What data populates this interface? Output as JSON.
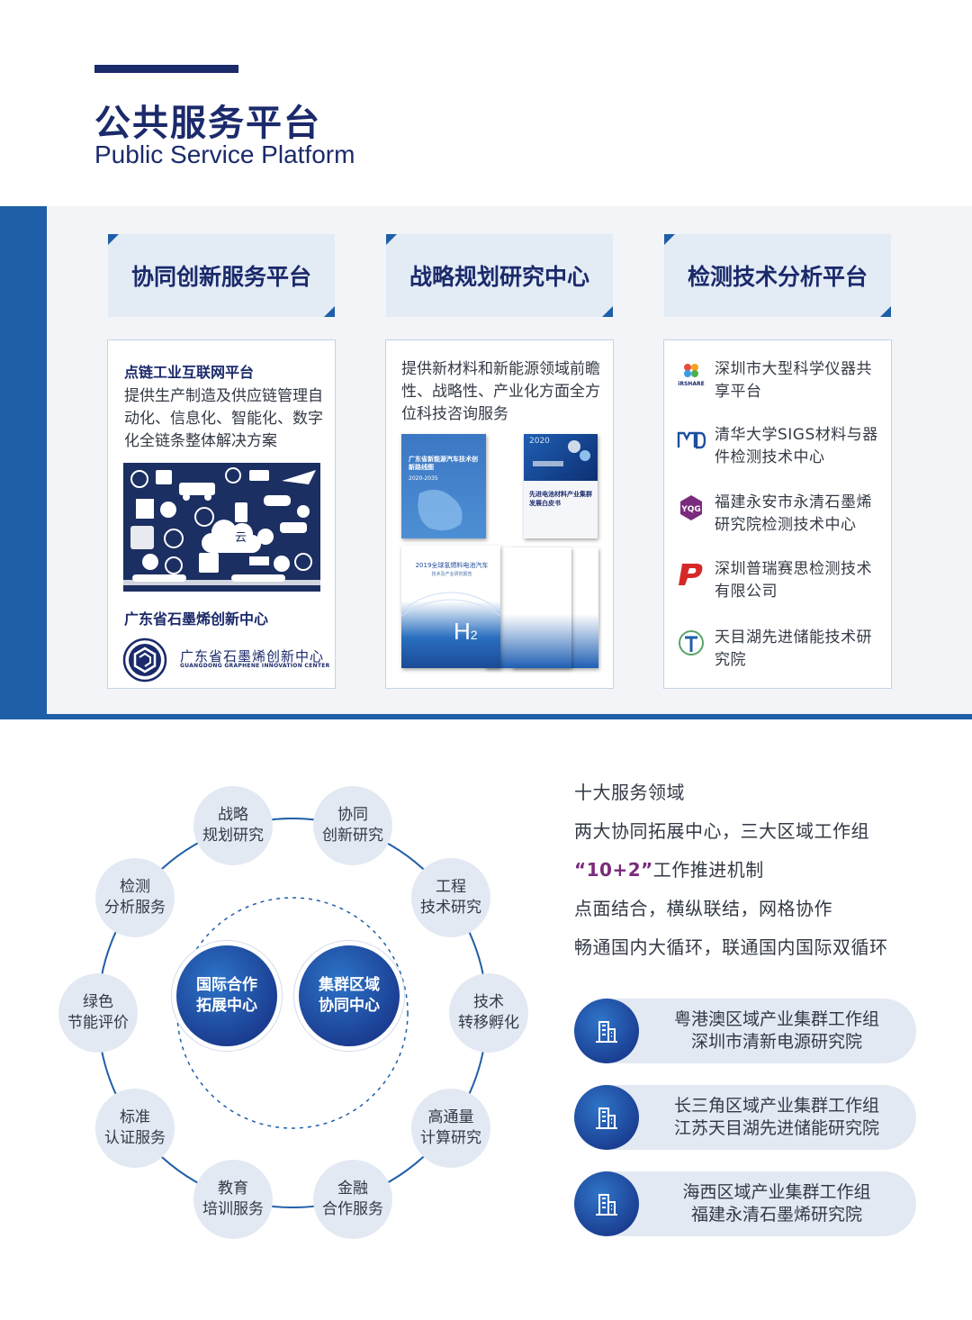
{
  "header": {
    "title_cn": "公共服务平台",
    "title_en": "Public Service Platform"
  },
  "columns": [
    {
      "heading": "协同创新服务平台"
    },
    {
      "heading": "战略规划研究中心"
    },
    {
      "heading": "检测技术分析平台"
    }
  ],
  "box1": {
    "title": "点链工业互联网平台",
    "desc": "提供生产制造及供应链管理自动化、信息化、智能化、数字化全链条整体解决方案",
    "graphic_label": "云",
    "org": "广东省石墨烯创新中心",
    "logo_cn": "广东省石墨烯创新中心",
    "logo_en": "GUANGDONG GRAPHENE INNOVATION CENTER"
  },
  "box2": {
    "desc": "提供新材料和新能源领域前瞻性、战略性、产业化方面全方位科技咨询服务",
    "book1_title": "广东省新能源汽车技术创新路线图",
    "book1_year": "2020-2035",
    "book2_year": "2020",
    "book2_title": "先进电池材料产业集群发展白皮书",
    "book3_title": "2019全球氢燃料电池汽车",
    "book3_sub": "技术及产业研究报告",
    "book3_h2": "H",
    "book3_h2_sub": "2"
  },
  "box3": {
    "items": [
      {
        "name": "深圳市大型科学仪器共享平台",
        "icon": "irshare-logo-icon",
        "logo_text": "iRSHARE"
      },
      {
        "name": "清华大学SIGS材料与器件检测技术中心",
        "icon": "mid-logo-icon",
        "logo_text": "MD"
      },
      {
        "name": "福建永安市永清石墨烯研究院检测技术中心",
        "icon": "graphene-logo-icon",
        "logo_text": "YQG"
      },
      {
        "name": "深圳普瑞赛思检测技术有限公司",
        "icon": "p-logo-icon",
        "logo_text": "P"
      },
      {
        "name": "天目湖先进储能技术研究院",
        "icon": "tmh-logo-icon",
        "logo_text": "T"
      }
    ]
  },
  "diagram": {
    "nodes": [
      {
        "line1": "战略",
        "line2": "规划研究"
      },
      {
        "line1": "协同",
        "line2": "创新研究"
      },
      {
        "line1": "工程",
        "line2": "技术研究"
      },
      {
        "line1": "技术",
        "line2": "转移孵化"
      },
      {
        "line1": "高通量",
        "line2": "计算研究"
      },
      {
        "line1": "金融",
        "line2": "合作服务"
      },
      {
        "line1": "教育",
        "line2": "培训服务"
      },
      {
        "line1": "标准",
        "line2": "认证服务"
      },
      {
        "line1": "绿色",
        "line2": "节能评价"
      },
      {
        "line1": "检测",
        "line2": "分析服务"
      }
    ],
    "hubs": [
      {
        "line1": "国际合作",
        "line2": "拓展中心"
      },
      {
        "line1": "集群区域",
        "line2": "协同中心"
      }
    ]
  },
  "summary": {
    "line1": "十大服务领域",
    "line2": "两大协同拓展中心，三大区域工作组",
    "line3_highlight": "“10+2”",
    "line3_rest": "工作推进机制",
    "line4": "点面结合，横纵联结，网格协作",
    "line5": "畅通国内大循环，联通国内国际双循环"
  },
  "groups": [
    {
      "name": "粤港澳区域产业集群工作组",
      "org": "深圳市清新电源研究院"
    },
    {
      "name": "长三角区域产业集群工作组",
      "org": "江苏天目湖先进储能研究院"
    },
    {
      "name": "海西区域产业集群工作组",
      "org": "福建永清石墨烯研究院"
    }
  ],
  "colors": {
    "navy": "#1b2a6b",
    "accent_blue": "#1e5fa8",
    "light_panel": "#e3ebf5",
    "highlight_purple": "#7a2b7d"
  }
}
